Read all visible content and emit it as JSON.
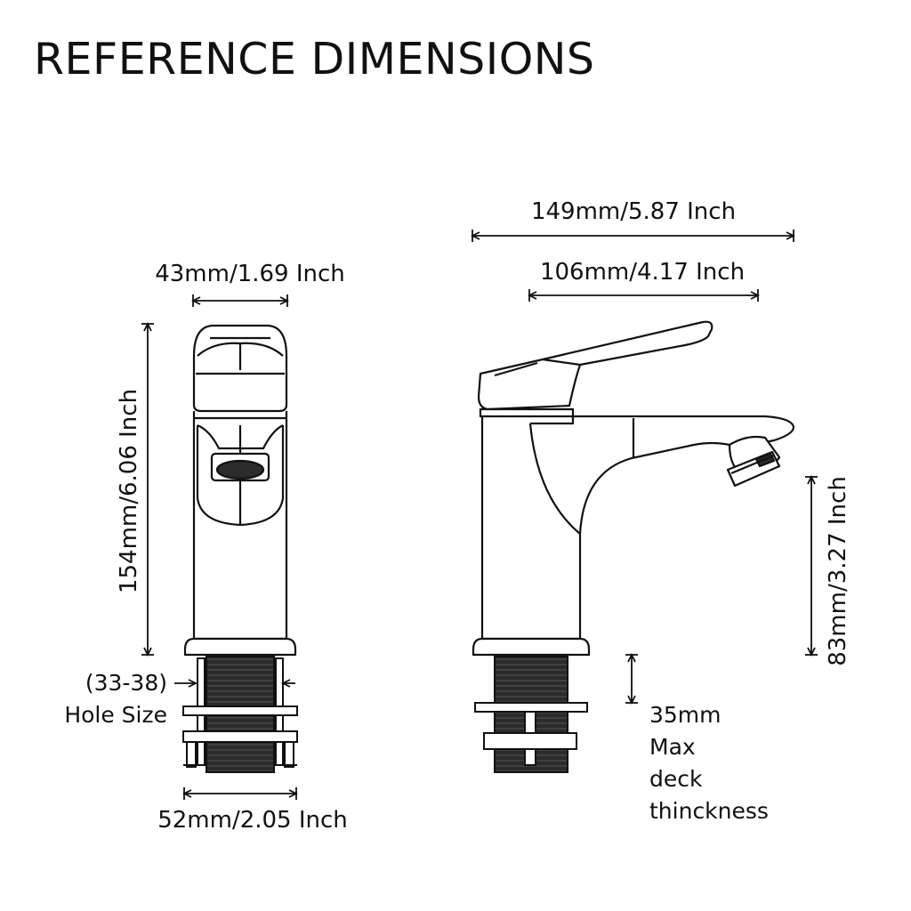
{
  "title": "REFERENCE DIMENSIONS",
  "colors": {
    "line": "#111111",
    "fill_dark": "#2b2b2b",
    "background": "#ffffff"
  },
  "front_view": {
    "top_width": "43mm/1.69 Inch",
    "height": "154mm/6.06 Inch",
    "hole_size_range": "(33-38)",
    "hole_size_label": "Hole Size",
    "base_width": "52mm/2.05 Inch"
  },
  "side_view": {
    "total_length": "149mm/5.87 Inch",
    "spout_reach": "106mm/4.17 Inch",
    "spout_height": "83mm/3.27 Inch",
    "deck_value": "35mm",
    "deck_line1": "Max",
    "deck_line2": "deck",
    "deck_line3": "thinckness"
  }
}
